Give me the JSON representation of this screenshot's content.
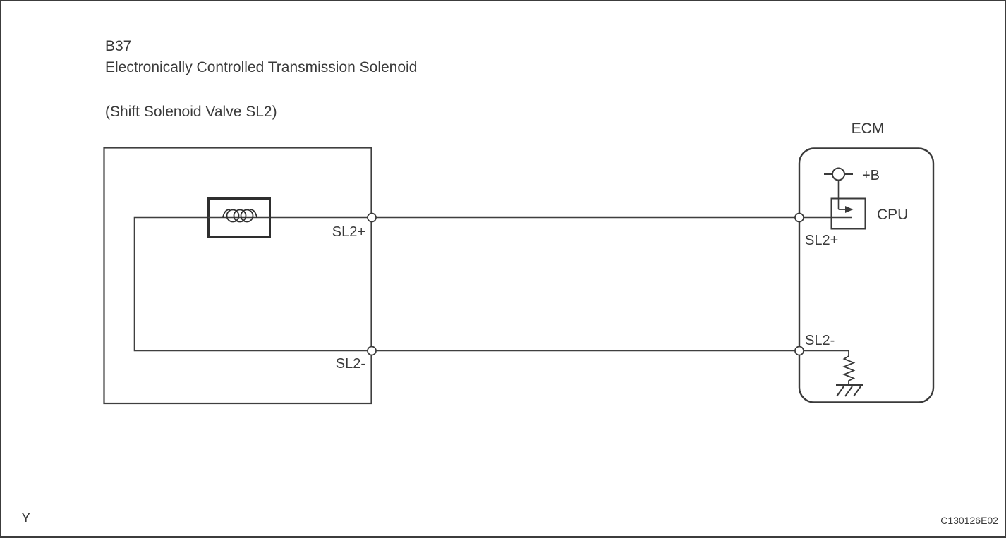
{
  "colors": {
    "line": "#3f3f3f",
    "text": "#3a3a3a",
    "background": "#ffffff"
  },
  "header": {
    "connector_id": "B37",
    "component_name": "Electronically Controlled Transmission Solenoid",
    "variant": "(Shift Solenoid Valve SL2)"
  },
  "solenoid": {
    "terminal_plus": "SL2+",
    "terminal_minus": "SL2-"
  },
  "ecm": {
    "title": "ECM",
    "power_pin": "+B",
    "cpu": "CPU",
    "pin_plus": "SL2+",
    "pin_minus": "SL2-"
  },
  "footer": {
    "page_marker": "Y",
    "figure_code": "C130126E02"
  }
}
